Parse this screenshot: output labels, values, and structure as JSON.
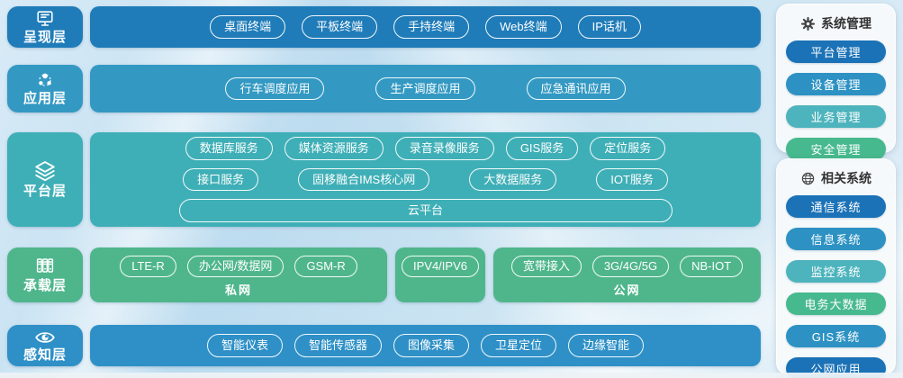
{
  "layers": [
    {
      "label": "呈现层",
      "icon": "monitor-icon",
      "color": "#1f7cb9",
      "pills": [
        "桌面终端",
        "平板终端",
        "手持终端",
        "Web终端",
        "IP话机"
      ]
    },
    {
      "label": "应用层",
      "icon": "share-nodes-icon",
      "color": "#3399c3",
      "pills": [
        "行车调度应用",
        "生产调度应用",
        "应急通讯应用"
      ]
    },
    {
      "label": "平台层",
      "icon": "layers-icon",
      "color": "#3fafb7",
      "pill_rows": [
        [
          "数据库服务",
          "媒体资源服务",
          "录音录像服务",
          "GIS服务",
          "定位服务"
        ],
        [
          "接口服务",
          "固移融合IMS核心网",
          "大数据服务",
          "IOT服务"
        ]
      ],
      "wide_pill": "云平台"
    },
    {
      "label": "承载层",
      "icon": "server-rack-icon",
      "color": "#4fb68c",
      "groups": [
        {
          "label": "私网",
          "pills": [
            "LTE-R",
            "办公网/数据网",
            "GSM-R"
          ]
        },
        {
          "pills": [
            "IPV4/IPV6"
          ]
        },
        {
          "label": "公网",
          "pills": [
            "宽带接入",
            "3G/4G/5G",
            "NB-IOT"
          ]
        }
      ]
    },
    {
      "label": "感知层",
      "icon": "eye-icon",
      "color": "#2e90c7",
      "pills": [
        "智能仪表",
        "智能传感器",
        "图像采集",
        "卫星定位",
        "边缘智能"
      ]
    }
  ],
  "sidebar": {
    "panels": [
      {
        "title": "系统管理",
        "icon": "gear-icon",
        "items": [
          {
            "label": "平台管理",
            "color": "#1b72b7"
          },
          {
            "label": "设备管理",
            "color": "#2d92c3"
          },
          {
            "label": "业务管理",
            "color": "#4db4bd"
          },
          {
            "label": "安全管理",
            "color": "#47b98e"
          }
        ]
      },
      {
        "title": "相关系统",
        "icon": "globe-icon",
        "items": [
          {
            "label": "通信系统",
            "color": "#1b72b7"
          },
          {
            "label": "信息系统",
            "color": "#2d92c3"
          },
          {
            "label": "监控系统",
            "color": "#4db4bd"
          },
          {
            "label": "电务大数据",
            "color": "#47b98e"
          },
          {
            "label": "GIS系统",
            "color": "#2d92c3"
          },
          {
            "label": "公网应用",
            "color": "#1b72b7"
          }
        ]
      }
    ]
  },
  "palette": {
    "background_light_blue": "#cfe6f3",
    "pill_border_white": "#ffffff",
    "header_text": "#333333"
  }
}
